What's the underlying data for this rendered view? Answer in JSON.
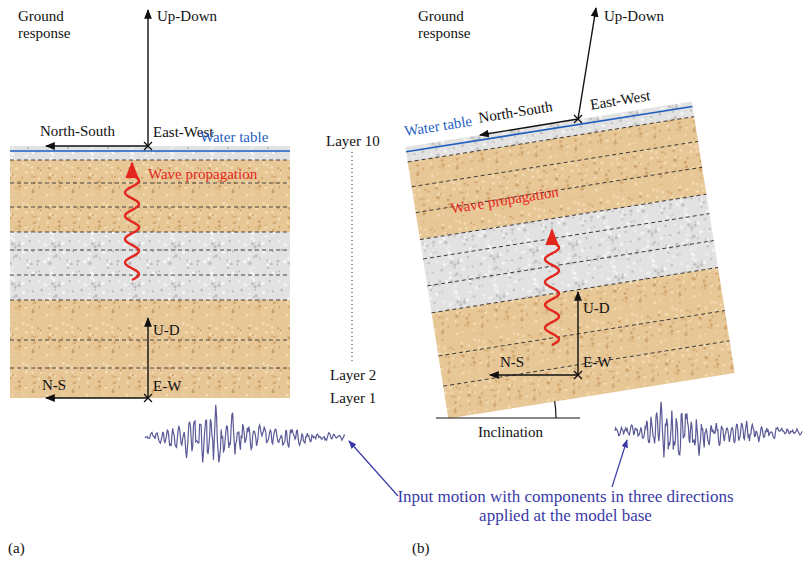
{
  "diagram": {
    "labels": [
      "Ground response",
      "Up-Down",
      "North-South",
      "East-West",
      "Water table",
      "Wave propagation",
      "U-D",
      "N-S",
      "E-W",
      "Layer 10",
      "Layer 2",
      "Layer 1",
      "Ground response",
      "Up-Down",
      "North-South",
      "East-West",
      "Water table",
      "Wave propagation",
      "U-D",
      "N-S",
      "E-W",
      "Inclination",
      "Input motion with components in three directions applied at the model base",
      "(a)",
      "(b)"
    ]
  }
}
